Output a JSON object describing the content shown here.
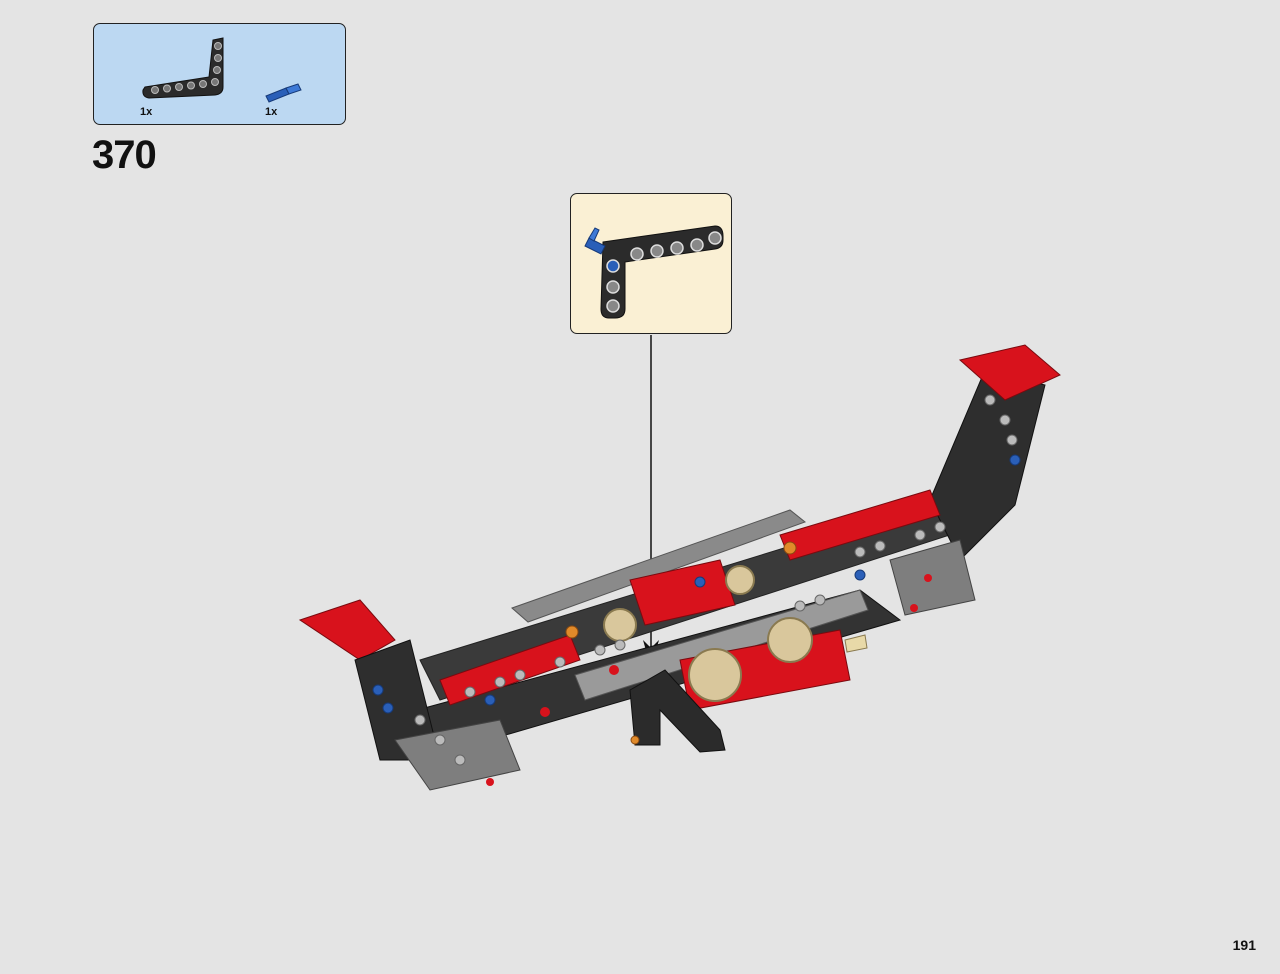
{
  "parts_list": {
    "items": [
      {
        "name": "l-beam-icon",
        "quantity": "1x"
      },
      {
        "name": "blue-pin-icon",
        "quantity": "1x"
      }
    ]
  },
  "step": {
    "number": "370"
  },
  "page": {
    "number": "191"
  },
  "colors": {
    "parts_bg": "#bcd8f2",
    "callout_bg": "#faf0d4",
    "page_bg": "#e4e4e4",
    "beam_black": "#2b2b2b",
    "beam_grey": "#8a8a8a",
    "accent_red": "#d8121c",
    "pin_blue": "#2a5fb8",
    "gear_tan": "#d9c79c"
  }
}
